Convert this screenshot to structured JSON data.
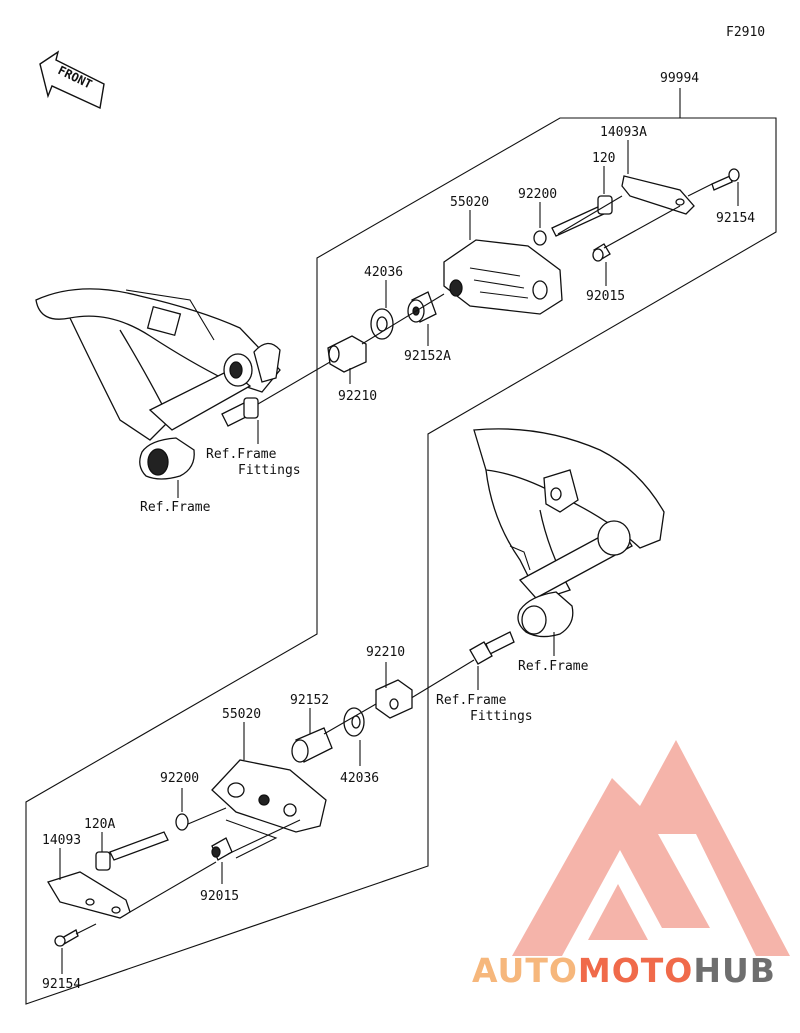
{
  "figure_code": "F2910",
  "front_label": "FRONT",
  "brand": {
    "part1": "AUTO",
    "part2": "MOTO",
    "part3": "HUB",
    "accent_color": "#f06a4a",
    "logo_color": "#f3a79b",
    "dark_color": "#6e6e6e"
  },
  "labels": {
    "assembly": "99994",
    "upper": {
      "bracket_plate": "14093A",
      "bolt": "120",
      "washer": "92200",
      "slider_body": "55020",
      "screw": "92154",
      "collar_small": "92015",
      "cover": "42036",
      "collar": "92152A",
      "spacer": "92210",
      "ref_frame_fittings_1": "Ref.Frame",
      "ref_frame_fittings_2": "Fittings",
      "ref_frame": "Ref.Frame"
    },
    "lower": {
      "spacer": "92210",
      "collar": "92152",
      "slider_body": "55020",
      "cover": "42036",
      "washer": "92200",
      "bolt": "120A",
      "bracket_plate": "14093",
      "collar_small": "92015",
      "screw": "92154",
      "ref_frame": "Ref.Frame",
      "ref_frame_fittings_1": "Ref.Frame",
      "ref_frame_fittings_2": "Fittings"
    }
  }
}
